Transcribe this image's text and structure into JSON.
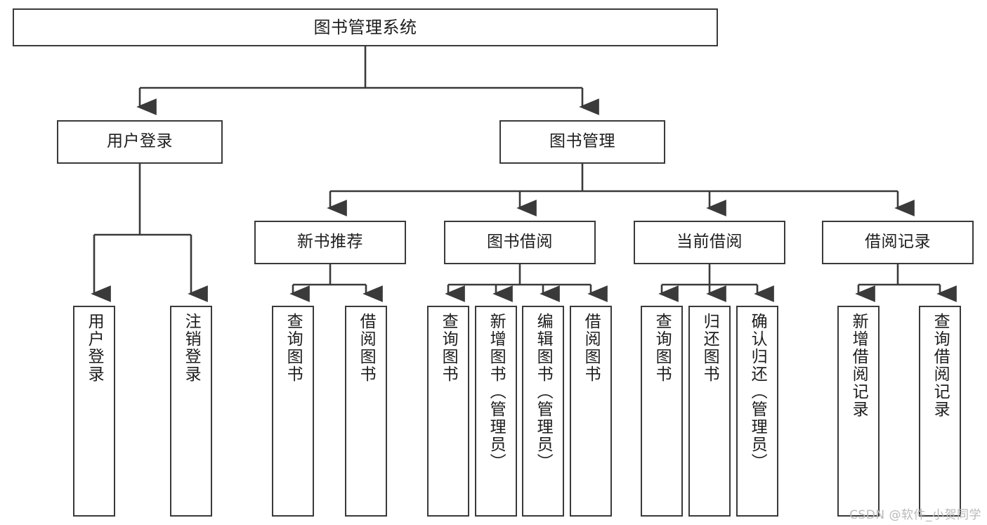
{
  "diagram": {
    "title": "图书管理系统",
    "type": "tree",
    "colors": {
      "box_border": "#3a3a3a",
      "box_fill": "#ffffff",
      "connector": "#3a3a3a",
      "text": "#1d1d1d",
      "background": "#ffffff",
      "watermark": "#b9b9b9"
    },
    "nodes": {
      "root": {
        "label": "图书管理系统"
      },
      "level2": [
        {
          "label": "用户登录"
        },
        {
          "label": "图书管理"
        }
      ],
      "level3": [
        {
          "label": "新书推荐"
        },
        {
          "label": "图书借阅"
        },
        {
          "label": "当前借阅"
        },
        {
          "label": "借阅记录"
        }
      ],
      "leaves": {
        "user_login": [
          {
            "label": "用户登录"
          },
          {
            "label": "注销登录"
          }
        ],
        "new_book": [
          {
            "label": "查询图书"
          },
          {
            "label": "借阅图书"
          }
        ],
        "borrow": [
          {
            "label": "查询图书"
          },
          {
            "label": "新增图书（管理员）"
          },
          {
            "label": "编辑图书（管理员）"
          },
          {
            "label": "借阅图书"
          }
        ],
        "current": [
          {
            "label": "查询图书"
          },
          {
            "label": "归还图书"
          },
          {
            "label": "确认归还（管理员）"
          }
        ],
        "records": [
          {
            "label": "新增借阅记录"
          },
          {
            "label": "查询借阅记录"
          }
        ]
      }
    }
  },
  "watermark": {
    "text": "CSDN @软件_小贺同学"
  }
}
